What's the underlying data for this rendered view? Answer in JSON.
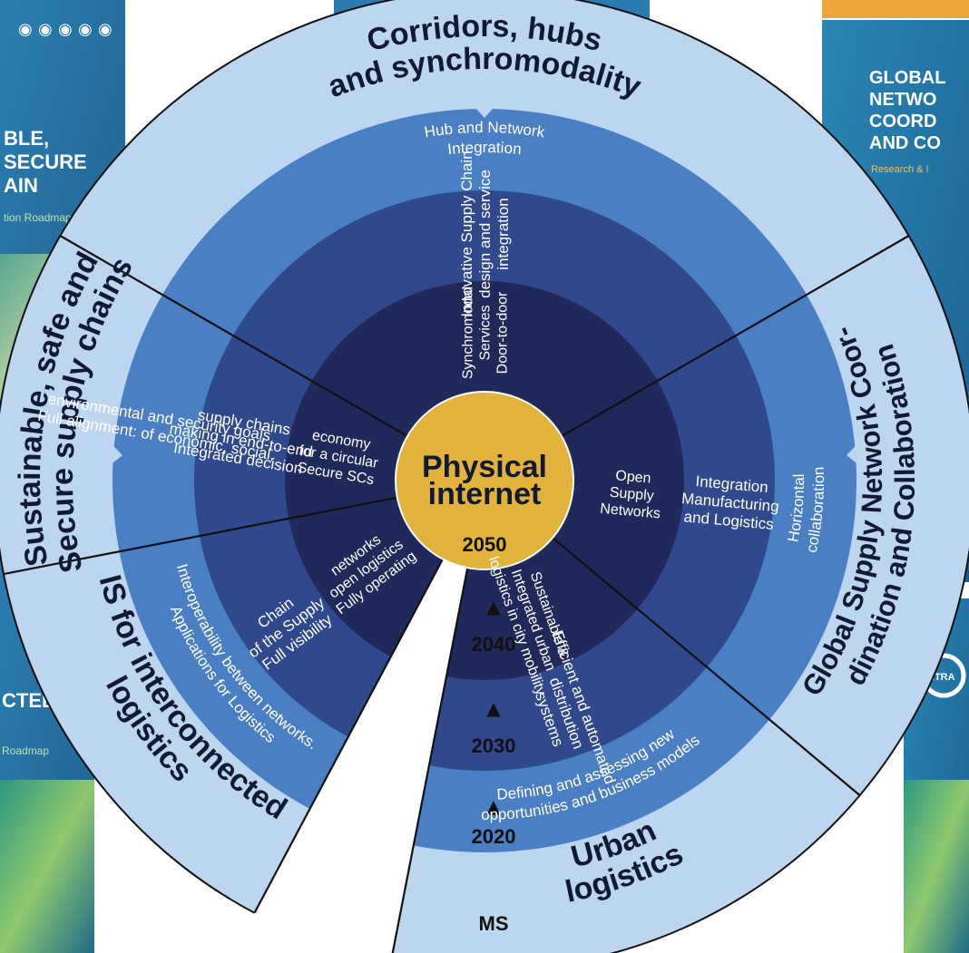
{
  "colors": {
    "outer_ring": "#bcd6f0",
    "ring_3": "#4b7fc4",
    "ring_2": "#30498c",
    "ring_1": "#1f2a5a",
    "center": "#e2b33c",
    "separator": "#111111",
    "timeline_text": "#111111",
    "cover_blue": "#2c7fb2",
    "cover_text": "#ffffff"
  },
  "center": {
    "title_line1": "Physical",
    "title_line2": "internet",
    "year": "2050"
  },
  "timeline": {
    "years": [
      "2040",
      "2030",
      "2020"
    ],
    "start": "MS",
    "arrow_glyph": "▲"
  },
  "sectors": [
    {
      "id": "corridors",
      "outer": [
        "Corridors, hubs",
        "and synchromodality"
      ],
      "ring3": [
        "Hub and Network",
        "Integration"
      ],
      "ring2": [
        "Innovative Supply Chain",
        "design and service",
        "integration"
      ],
      "ring1": [
        "Synchromodal",
        "Services",
        "Door-to-door"
      ]
    },
    {
      "id": "global",
      "outer": [
        "Global Supply Network Coor-",
        "dination and Collaboration"
      ],
      "ring3": [
        "Horizontal",
        "collaboration"
      ],
      "ring2": [
        "Integration",
        "Manufacturing",
        "and Logistics"
      ],
      "ring1": [
        "Open",
        "Supply",
        "Networks"
      ]
    },
    {
      "id": "urban",
      "outer": [
        "Urban",
        "logistics"
      ],
      "ring3": [
        "Defining and assessing new",
        "opportunities and business models"
      ],
      "ring2": [
        "Efficient and automated",
        "distribution",
        "systems"
      ],
      "ring1": [
        "Sustainable &",
        "Integrated urban",
        "logistics in city mobility"
      ]
    },
    {
      "id": "is",
      "outer": [
        "IS for interconnected",
        "logistics"
      ],
      "ring3": [
        "Interoperability between networks.",
        "Applications for Logistics"
      ],
      "ring2": [
        "Full visibility",
        "of the Supply",
        "Chain"
      ],
      "ring1": [
        "Fully operating",
        "open logistics",
        "networks"
      ]
    },
    {
      "id": "sustainable",
      "outer": [
        "Sustainable, safe and",
        "Secure supply chains"
      ],
      "ring3": [
        "Full alignment: of economic, social,",
        "environmental and security goals"
      ],
      "ring2": [
        "Integrated decision",
        "making in end-to-end",
        "supply chains"
      ],
      "ring1": [
        "Secure SCs",
        "for a circular",
        "economy"
      ]
    }
  ],
  "covers": {
    "left_top": {
      "lines": [
        "BLE,",
        "SECURE",
        "AIN"
      ],
      "subtitle": "tion Roadmap",
      "icons": [
        "◉",
        "◉",
        "◉",
        "◉",
        "◉"
      ]
    },
    "left_bottom": {
      "lines": [
        "CTED"
      ],
      "subtitle": "Roadmap"
    },
    "right_top": {
      "lines": [
        "GLOBAL",
        "NETWO",
        "COORD",
        "AND CO"
      ],
      "subtitle": "Research & I"
    },
    "right_bottom": {
      "lines": [
        "RTRA"
      ]
    }
  }
}
